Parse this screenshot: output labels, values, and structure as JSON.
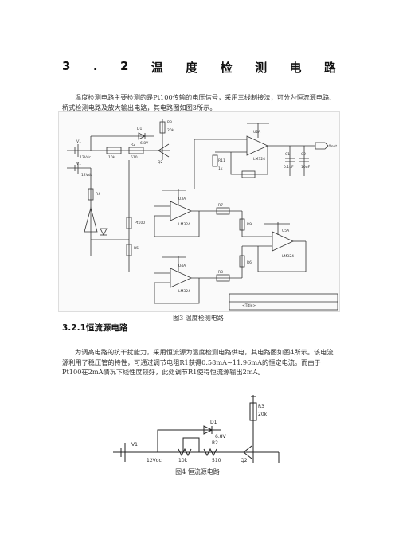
{
  "heading": {
    "chars": [
      "3",
      ".",
      "2",
      "温",
      "度",
      "检",
      "测",
      "电",
      "路"
    ]
  },
  "intro": {
    "text": "温度检测电路主要检测的是Pt100传输的电压信号，采用三线制接法，可分为恒流源电路、桥式检测电路及放大输出电路，其电路图如图3所示。"
  },
  "figure3": {
    "caption": "图3  温度检测电路",
    "labels": {
      "v1": "V1",
      "v1_val": "12Vdc",
      "v1b": "V1",
      "v1b_val": "12Vdc",
      "d1": "D1",
      "d1_val": "6.8V",
      "r3": "R3",
      "r3_val": "20k",
      "r2": "R2",
      "r2_val": "510",
      "rpot": "10k",
      "q2": "Q2",
      "u2": "U2A",
      "lm": "LM324",
      "r11": "R11",
      "r11_val": "1k",
      "c1": "C1",
      "c1_val": "0.1uF",
      "c2": "C2",
      "c2_val": "10uF",
      "out": "Vout",
      "u3": "U3A",
      "u4": "U4A",
      "u5": "U5A",
      "r4": "R4",
      "r5": "R5",
      "r6": "R6",
      "r7": "R7",
      "r8": "R8",
      "r9": "R9",
      "pt": "Pt100",
      "title": "<Title>"
    }
  },
  "section": {
    "heading": "3.2.1恒流源电路",
    "text": "为调高电路的抗干扰能力，采用恒流源为温度检测电路供电，其电路图如图4所示。该电流源利用了稳压管的特性，可通过调节电阻R1获得0.58mA~11.96mA的恒定电流。而由于Pt100在2mA情况下线性度较好，此处调节R1使得恒流源输出2mA。"
  },
  "figure4": {
    "caption": "图4  恒流源电路",
    "labels": {
      "r3": "R3",
      "r3_val": "20k",
      "d1": "D1",
      "d1_val": "6.8V",
      "r2": "R2",
      "r2_val": "510",
      "v1": "V1",
      "v1_val": "12Vdc",
      "rpot": "10k",
      "q2": "Q2"
    }
  }
}
